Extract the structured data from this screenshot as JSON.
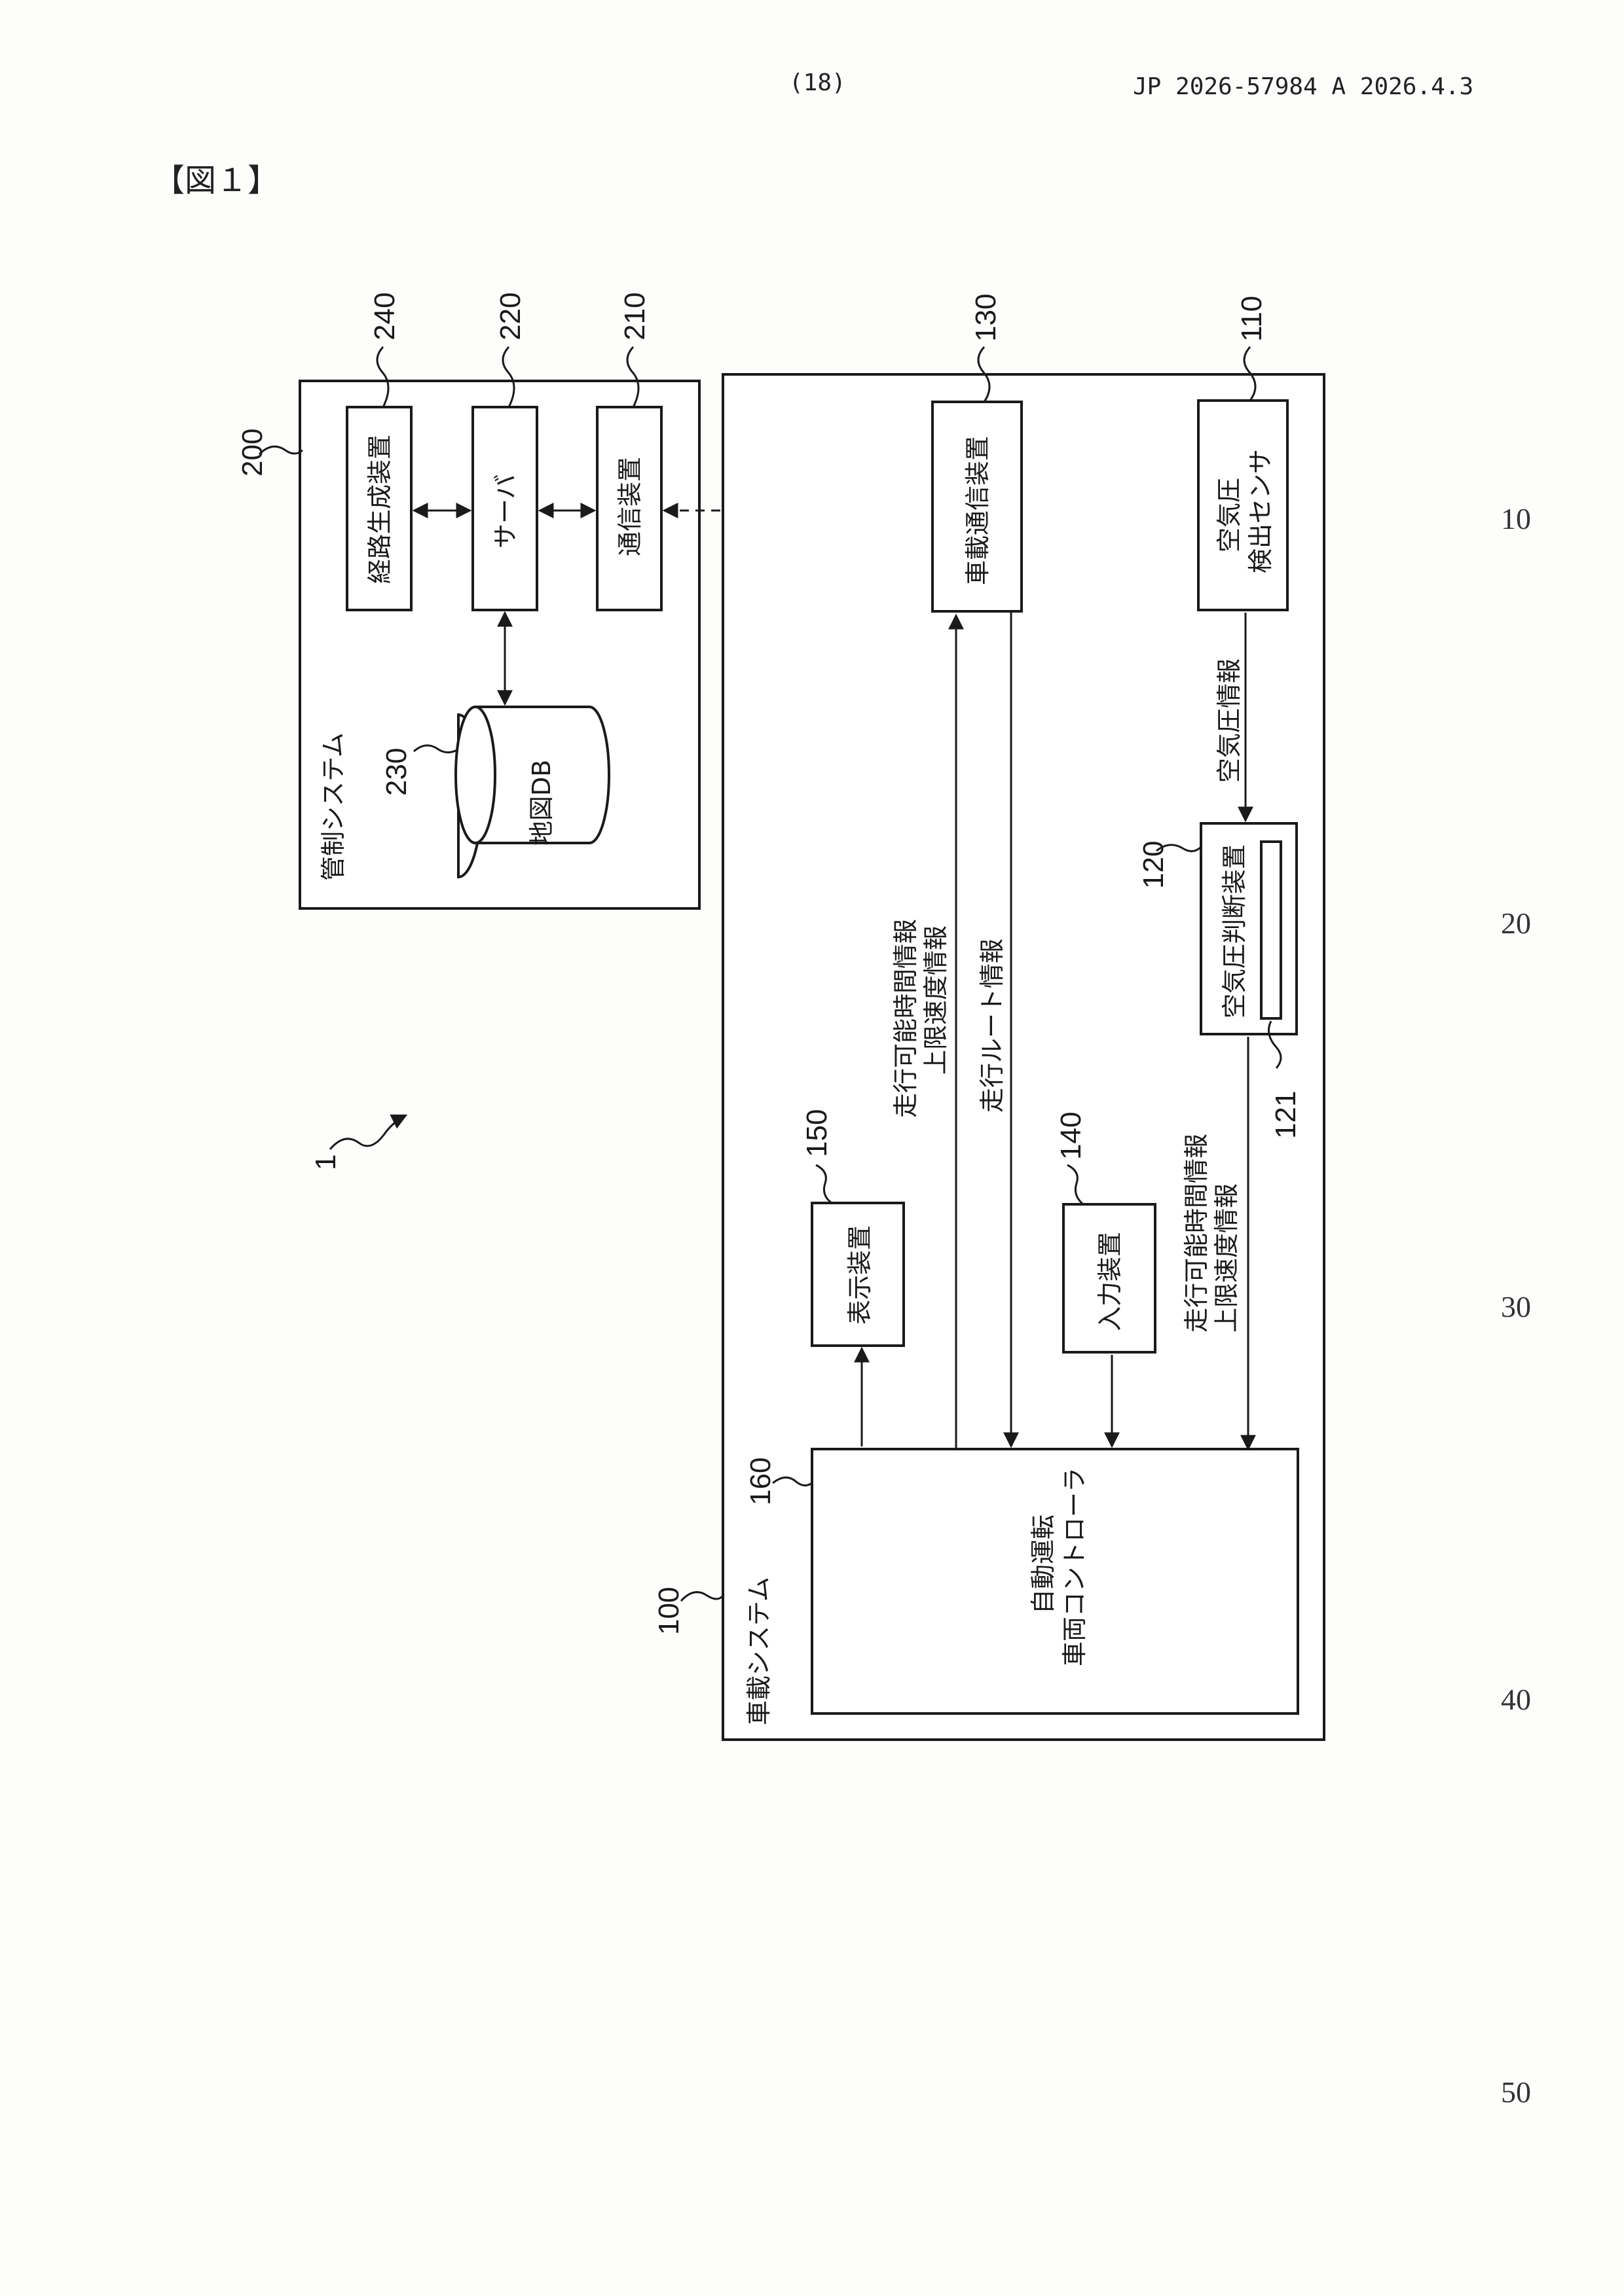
{
  "header": {
    "page_number": "(18)",
    "publication": "JP  2026-57984  A  2026.4.3"
  },
  "figure_label": "【図１】",
  "line_numbers": [
    "10",
    "20",
    "30",
    "40",
    "50"
  ],
  "diagram": {
    "system_ref": "1",
    "control_system": {
      "ref": "200",
      "title": "管制システム",
      "route_generator": {
        "ref": "240",
        "label": "経路生成装置"
      },
      "server": {
        "ref": "220",
        "label": "サーバ"
      },
      "comm_device": {
        "ref": "210",
        "label": "通信装置"
      },
      "map_db": {
        "ref": "230",
        "label": "地図DB"
      }
    },
    "vehicle_system": {
      "ref": "100",
      "title": "車載システム",
      "vehicle_comm": {
        "ref": "130",
        "label": "車載通信装置"
      },
      "pressure_sensor": {
        "ref": "110",
        "line1": "空気圧",
        "line2": "検出センサ"
      },
      "pressure_judge": {
        "ref": "120",
        "label": "空気圧判断装置",
        "sub_ref": "121"
      },
      "display": {
        "ref": "150",
        "label": "表示装置"
      },
      "input": {
        "ref": "140",
        "label": "入力装置"
      },
      "controller": {
        "ref": "160",
        "line1": "自動運転",
        "line2": "車両コントローラ"
      }
    },
    "signals": {
      "pressure_info": "空気圧情報",
      "upstream_line1": "走行可能時間情報",
      "upstream_line2": "上限速度情報",
      "route_info": "走行ルート情報",
      "judge_line1": "走行可能時間情報",
      "judge_line2": "上限速度情報"
    }
  }
}
